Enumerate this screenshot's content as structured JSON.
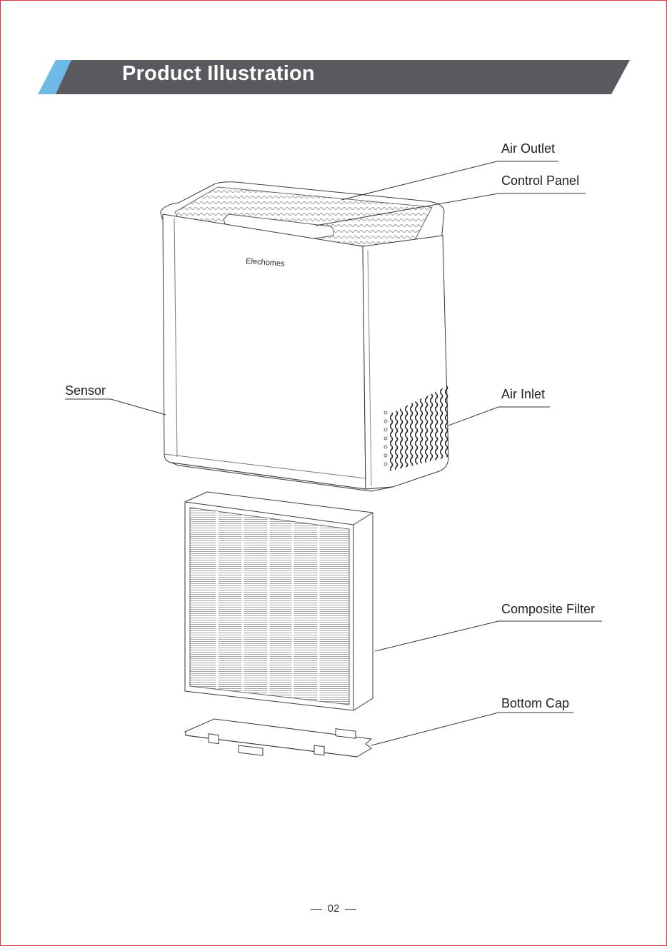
{
  "header": {
    "title": "Product Illustration"
  },
  "product": {
    "brand": "Elechomes"
  },
  "callouts": {
    "air_outlet": "Air Outlet",
    "control_panel": "Control Panel",
    "sensor": "Sensor",
    "air_inlet": "Air Inlet",
    "composite_filter": "Composite Filter",
    "bottom_cap": "Bottom Cap"
  },
  "footer": {
    "page_number": "02"
  },
  "colors": {
    "banner": "#5a5960",
    "accent": "#6fb9e6",
    "frame": "#d83a3a"
  }
}
